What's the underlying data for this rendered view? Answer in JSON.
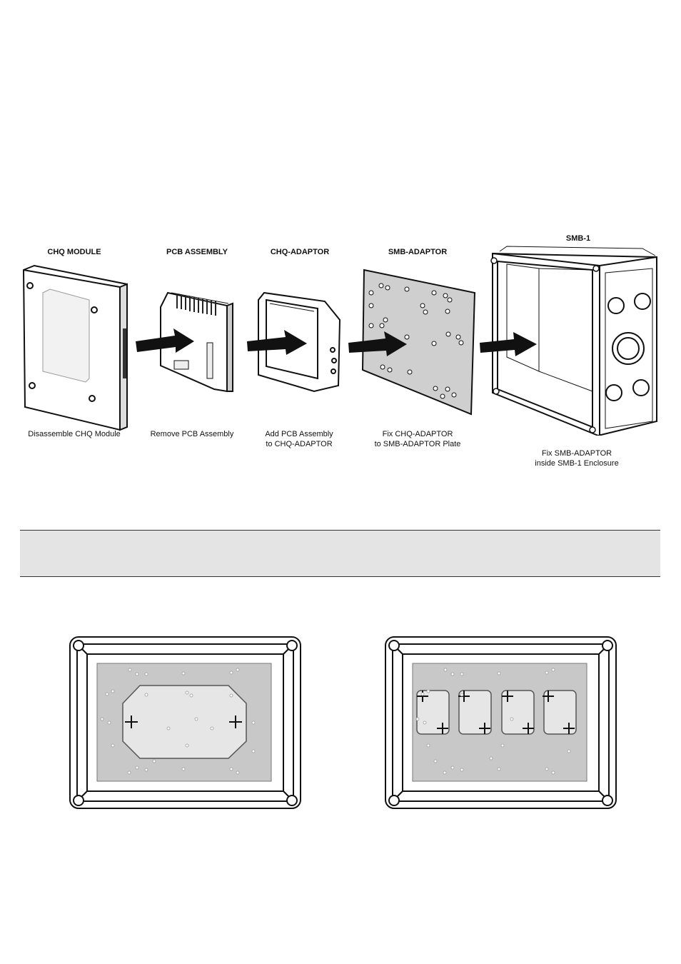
{
  "steps": [
    {
      "title": "CHQ MODULE",
      "caption": [
        "Disassemble CHQ Module"
      ]
    },
    {
      "title": "PCB ASSEMBLY",
      "caption": [
        "Remove PCB Assembly"
      ]
    },
    {
      "title": "CHQ-ADAPTOR",
      "caption": [
        "Add PCB Assembly",
        "to CHQ-ADAPTOR"
      ]
    },
    {
      "title": "SMB-ADAPTOR",
      "caption": [
        "Fix CHQ-ADAPTOR",
        "to SMB-ADAPTOR Plate"
      ]
    },
    {
      "title": "SMB-1",
      "caption": [
        "Fix SMB-ADAPTOR",
        "inside SMB-1 Enclosure"
      ]
    }
  ],
  "colors": {
    "ink": "#111111",
    "banner": "#e4e4e4",
    "plate": "#c8c8c8",
    "cutout": "#e6e6e6"
  },
  "icons": [
    "arrow-right-icon",
    "crosshair-icon",
    "mounting-hole-icon"
  ]
}
